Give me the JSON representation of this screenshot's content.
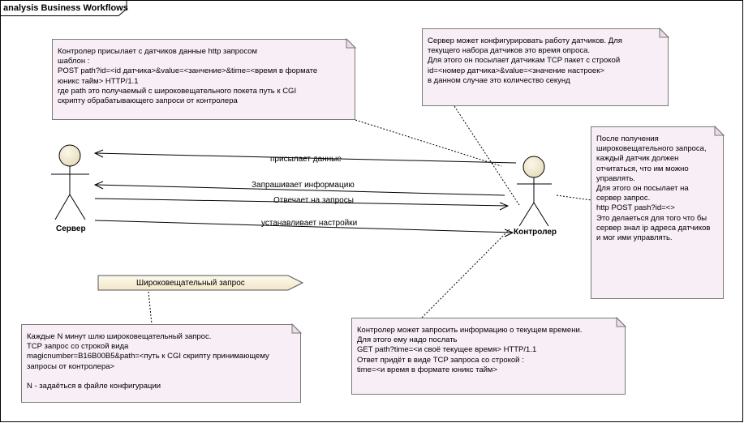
{
  "frame": {
    "title": "analysis Business Workflows"
  },
  "actors": {
    "server": {
      "label": "Сервер"
    },
    "controller": {
      "label": "Контролер"
    }
  },
  "messages": [
    {
      "label": "присылает данные"
    },
    {
      "label": "Запрашивает информацию"
    },
    {
      "label": "Отвечает на запросы"
    },
    {
      "label": "устанавливает настройки"
    }
  ],
  "event": {
    "label": "Широковещательный запрос"
  },
  "notes": {
    "controller_receives": [
      "Контролер присылает с датчиков данные http запросом",
      "шаблон :",
      "POST path?id=<id датчика>&value=<занчение>&time=<время в формате",
      "юникс тайм> HTTP/1.1",
      "где path это получаемый с широковещательного покета путь к CGI",
      "скрипту обрабатывающего запроси от контролера"
    ],
    "server_configures": [
      "Сервер может конфигурировать работу датчиков. Для",
      "текущего набора датчиков это время опроса.",
      "Для этого он посылает датчикам TCP пакет с строкой",
      "id=<номер датчика>&value=<значение настроек>",
      "в данном случае это количество секунд"
    ],
    "after_broadcast": [
      "После получения",
      "широковещательного запроса,",
      "каждый датчик должен",
      "отчитаться, что им можно",
      "управлять.",
      "Для этого он посылает на",
      "сервер запрос.",
      "http POST pash?id=<>",
      "Это делаеться для того что бы",
      "сервер знал ip адреса датчиков",
      "и мог ими управлять."
    ],
    "broadcast_every_n": [
      "Каждые N минут шлю широковещательный запрос.",
      "TCP запрос со строкой вида",
      "magicnumber=B16B00B5&path=<путь к CGI скрипту принимающему",
      "запросы от контролера>",
      "",
      "N - задаёться в файле конфигурации"
    ],
    "time_request": [
      "Контролер может запросить информацию о текущем времени.",
      "Для этого ему надо послать",
      "GET path?time=<и своё текущее время> HTTP/1.1",
      "Ответ придёт в виде TCP запроса со строкой :",
      "time=<и время в формате юникс тайм>"
    ]
  },
  "colors": {
    "note_fill": "#f8eef6",
    "event_fill": "#fbf6e4",
    "actor_head": "#f3ecd5",
    "line": "#000000"
  }
}
